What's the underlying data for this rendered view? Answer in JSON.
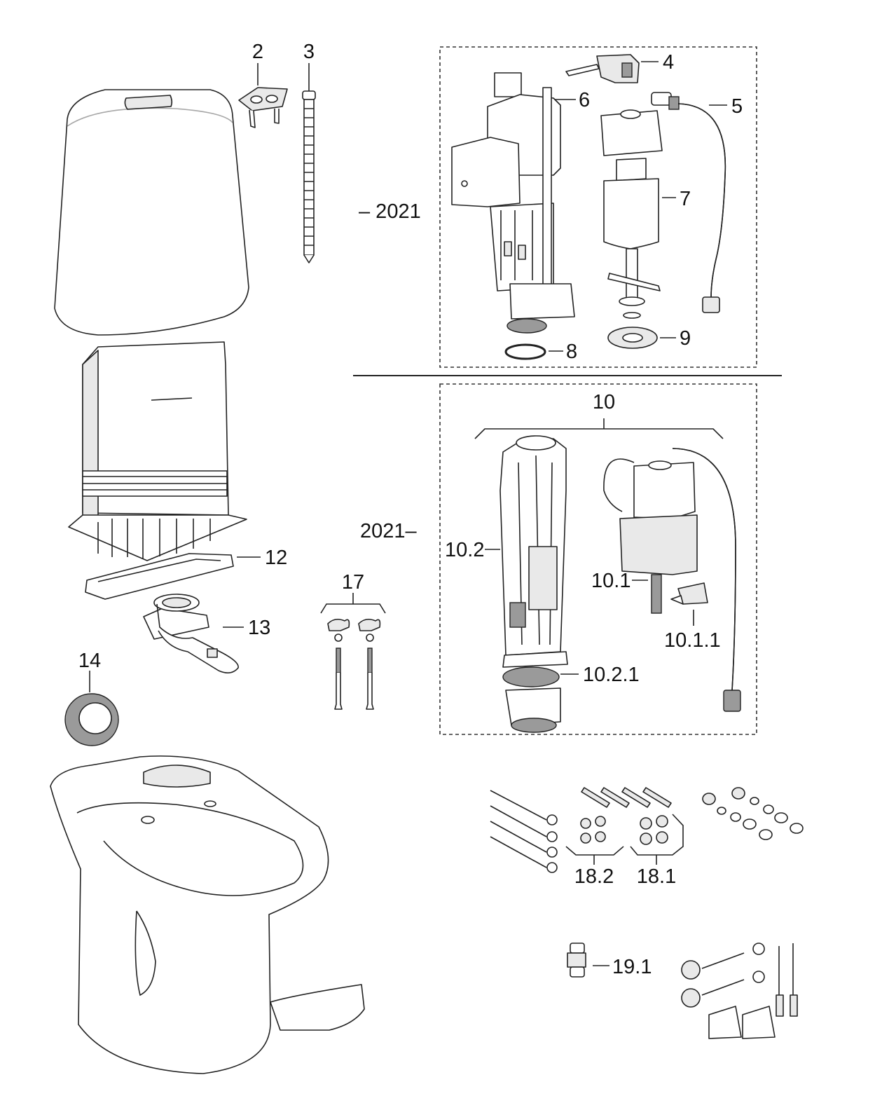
{
  "callouts": {
    "c2": "2",
    "c3": "3",
    "c4": "4",
    "c5": "5",
    "c6": "6",
    "c7": "7",
    "c8": "8",
    "c9": "9",
    "c10": "10",
    "c10_1": "10.1",
    "c10_1_1": "10.1.1",
    "c10_2": "10.2",
    "c10_2_1": "10.2.1",
    "c12": "12",
    "c13": "13",
    "c14": "14",
    "c17": "17",
    "c18_1": "18.1",
    "c18_2": "18.2",
    "c19_1": "19.1",
    "year_upper": "– 2021",
    "year_lower": "2021–"
  }
}
